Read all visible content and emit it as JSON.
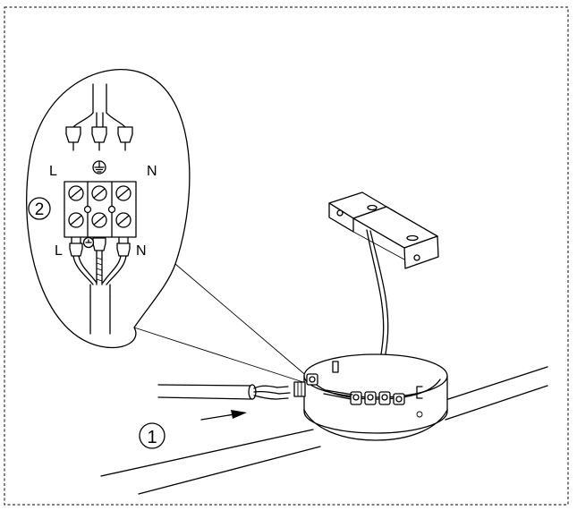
{
  "diagram": {
    "labels": {
      "live_top": "L",
      "neutral_top": "N",
      "live_bottom": "L",
      "neutral_bottom": "N",
      "step_1": "1",
      "step_2": "2"
    },
    "symbols": {
      "earth": "earth-ground-symbol"
    }
  }
}
